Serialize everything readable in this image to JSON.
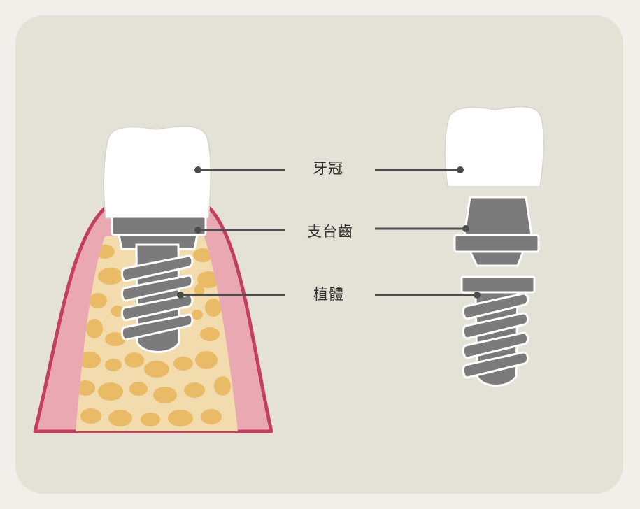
{
  "labels": {
    "crown": "牙冠",
    "abutment": "支台齒",
    "implant": "植體"
  },
  "colors": {
    "panel": "#e4e1d6",
    "gum": "#eaa9b2",
    "gum_edge": "#c43f5e",
    "bone": "#f2dcae",
    "bone_spots": "#e9bb66",
    "metal": "#7b7b7b",
    "crown": "#ffffff",
    "leader": "#4d4d4d"
  }
}
